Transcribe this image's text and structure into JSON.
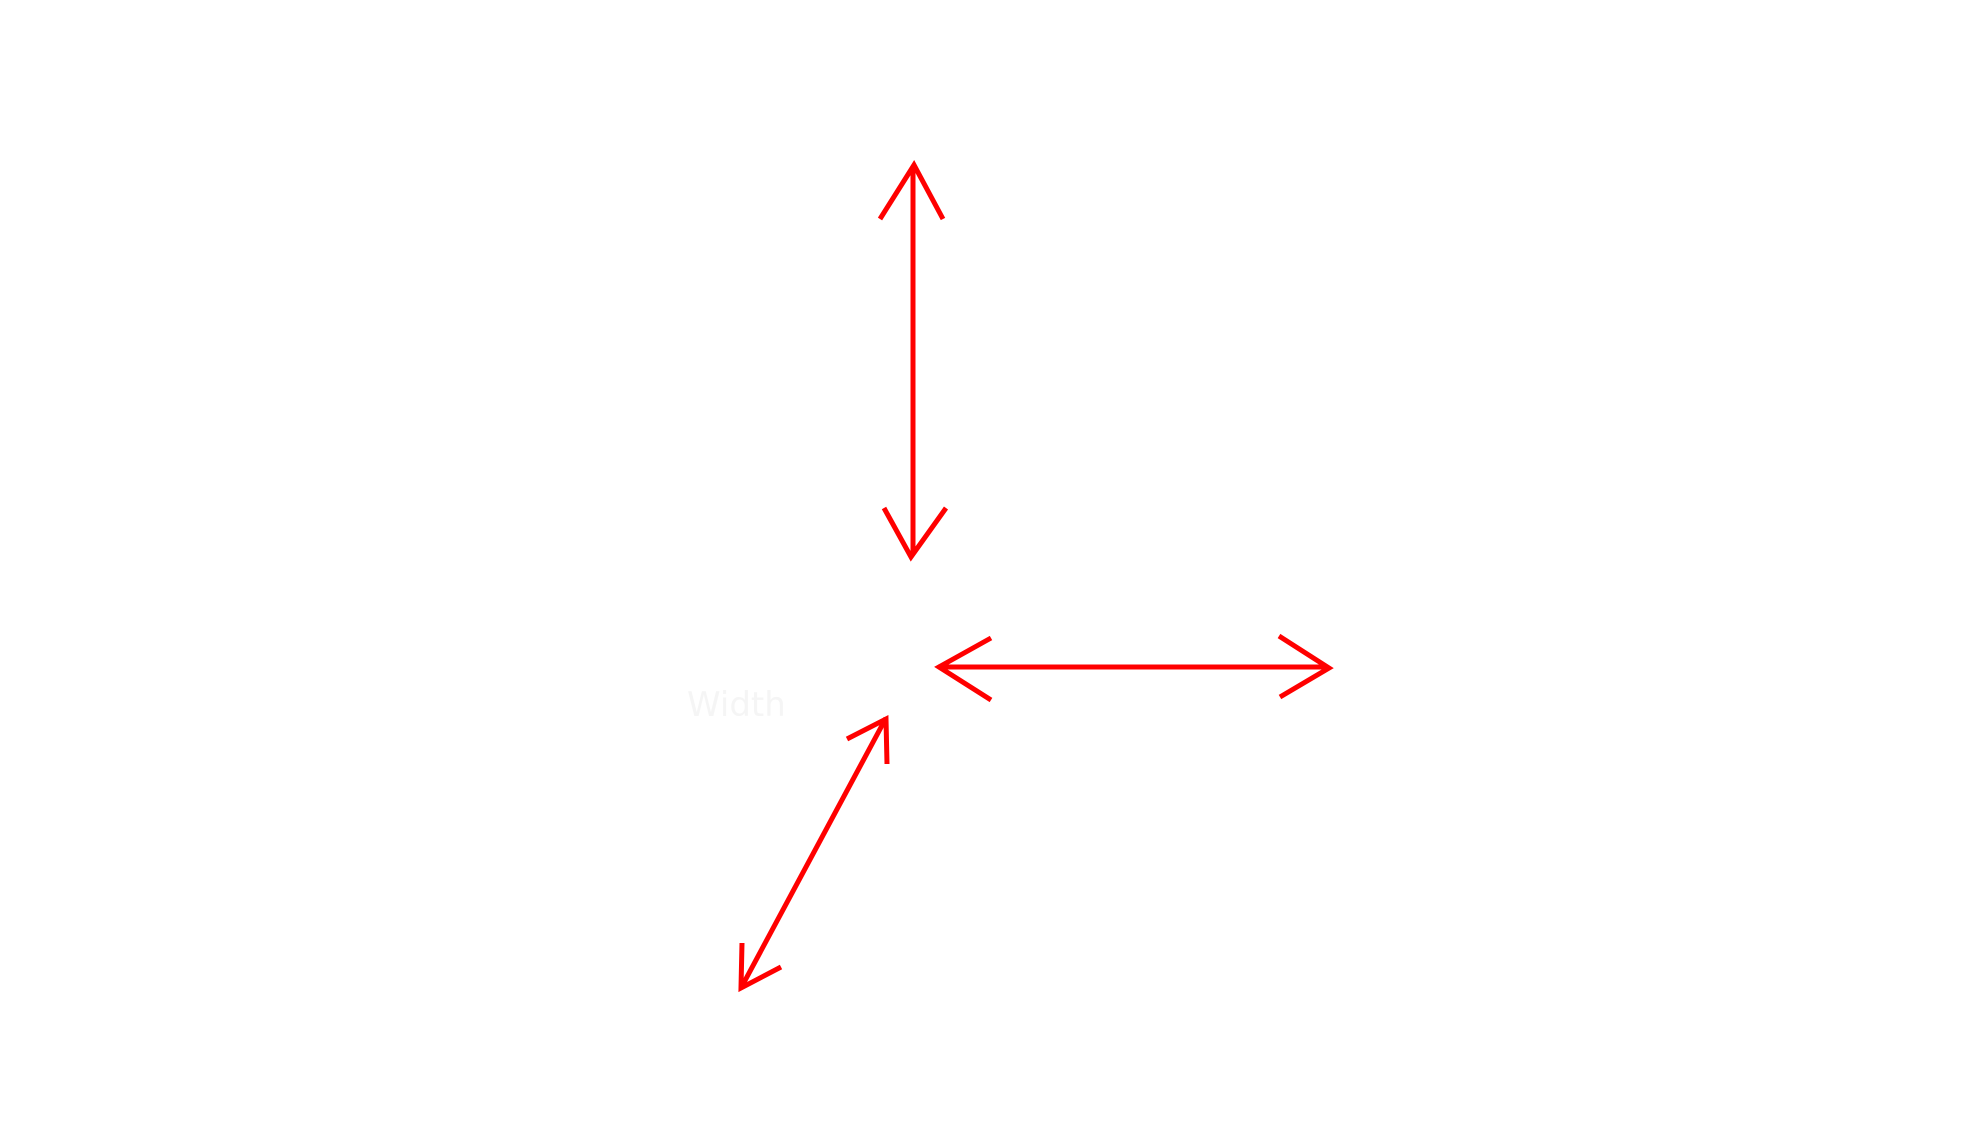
{
  "diagram": {
    "arrow_color": "#ff0000",
    "label_color": "#f5f5f5",
    "labels": {
      "width": "Width"
    },
    "arrows": [
      {
        "name": "vertical-double-arrow",
        "direction": "vertical"
      },
      {
        "name": "horizontal-double-arrow",
        "direction": "horizontal"
      },
      {
        "name": "diagonal-double-arrow",
        "direction": "diagonal"
      }
    ]
  }
}
